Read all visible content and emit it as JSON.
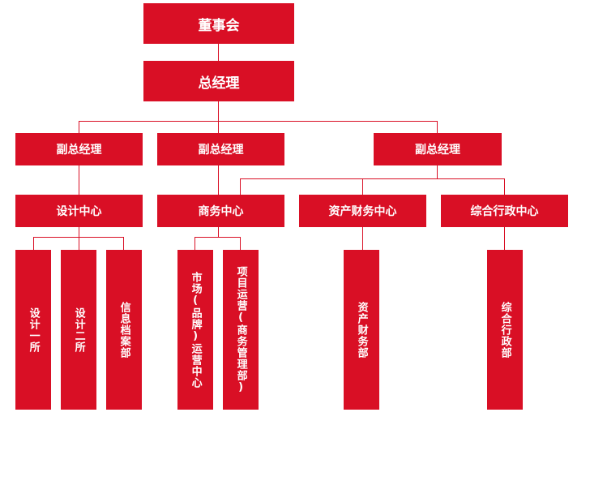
{
  "colors": {
    "box_fill": "#d90f25",
    "text": "#ffffff",
    "connector": "#d90f25"
  },
  "org": {
    "board": "董事会",
    "general_manager": "总经理",
    "deputy_gm_1": "副总经理",
    "deputy_gm_2": "副总经理",
    "deputy_gm_3": "副总经理",
    "design_center": "设计中心",
    "business_center": "商务中心",
    "asset_finance_center": "资产财务中心",
    "general_admin_center": "综合行政中心",
    "design_institute_1": "设计一所",
    "design_institute_2": "设计二所",
    "info_archives_dept": "信息档案部",
    "market_brand_ops_center": "市场(品牌)运营中心",
    "project_ops_dept": "项目运营(商务管理部)",
    "asset_finance_dept": "资产财务部",
    "general_admin_dept": "综合行政部"
  }
}
